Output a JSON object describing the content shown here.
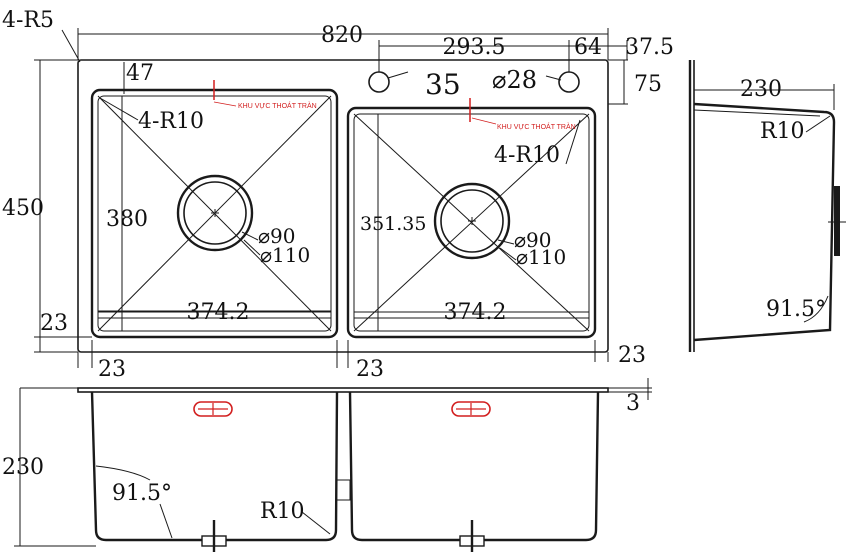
{
  "colors": {
    "ink": "#1a1a1a",
    "overflow_mark": "#d21e1e"
  },
  "top_view": {
    "corner_radius_outer": "4-R5",
    "overall_width": "820",
    "overall_depth": "450",
    "tap_spacing": "293.5",
    "tap_offset": "64",
    "tap_edge_offset": "37.5",
    "tap_row_depth": "75",
    "tap_hole_diameter": "⌀28",
    "tap_hole_depth": "35",
    "flange_depth": "47",
    "left_basin": {
      "corner_radius": "4-R10",
      "depth": "380",
      "width": "374.2",
      "drain_inner": "⌀90",
      "drain_outer": "⌀110",
      "overflow_label": "KHU VỰC THOÁT TRÀN"
    },
    "right_basin": {
      "corner_radius": "4-R10",
      "depth": "351.35",
      "width": "374.2",
      "drain_inner": "⌀90",
      "drain_outer": "⌀110",
      "overflow_label": "KHU VỰC THOÁT TRÀN"
    },
    "left_margin_bottom": "23",
    "left_margin_side": "23",
    "center_divider": "23",
    "right_margin": "23"
  },
  "side_view": {
    "width": "230",
    "radius": "R10",
    "angle": "91.5°"
  },
  "front_view": {
    "height": "230",
    "angle": "91.5°",
    "radius": "R10",
    "rim_thickness": "3"
  }
}
